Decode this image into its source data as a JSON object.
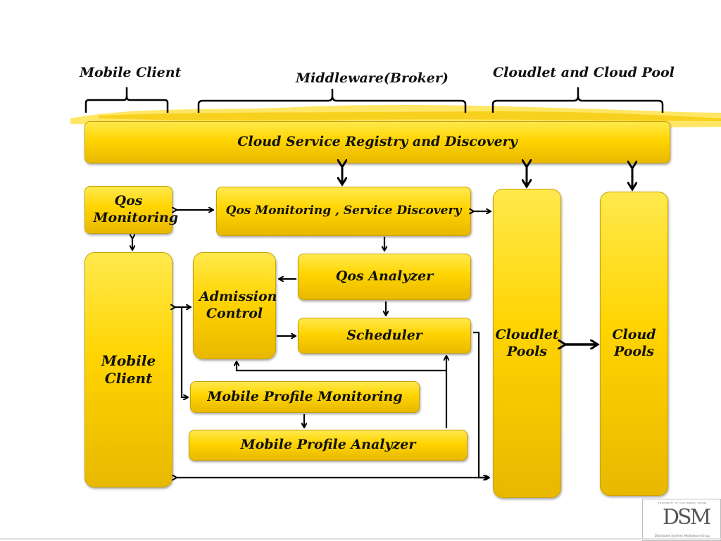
{
  "top_labels": {
    "mobile_client": "Mobile Client",
    "middleware": "Middleware(Broker)",
    "cloud": "Cloudlet and Cloud Pool"
  },
  "boxes": {
    "registry": "Cloud Service Registry and Discovery",
    "qos_monitoring_client": "Qos Monitoring",
    "qos_monitoring_service": "Qos Monitoring , Service Discovery",
    "mobile_client": "Mobile Client",
    "admission_control": "Admission Control",
    "qos_analyzer": "Qos Analyzer",
    "scheduler": "Scheduler",
    "profile_monitoring": "Mobile Profile Monitoring",
    "profile_analyzer": "Mobile Profile Analyzer",
    "cloudlet_pools": "Cloudlet Pools",
    "cloud_pools": "Cloud Pools"
  },
  "logo": {
    "university": "UNIVERSITY OF CALIFORNIA, IRVINE",
    "mark": "DSM",
    "group": "Distributed Systems Middleware Group"
  },
  "colors": {
    "box_fill": "#ffd400",
    "box_border": "#c9a200",
    "arrow": "#000000"
  }
}
